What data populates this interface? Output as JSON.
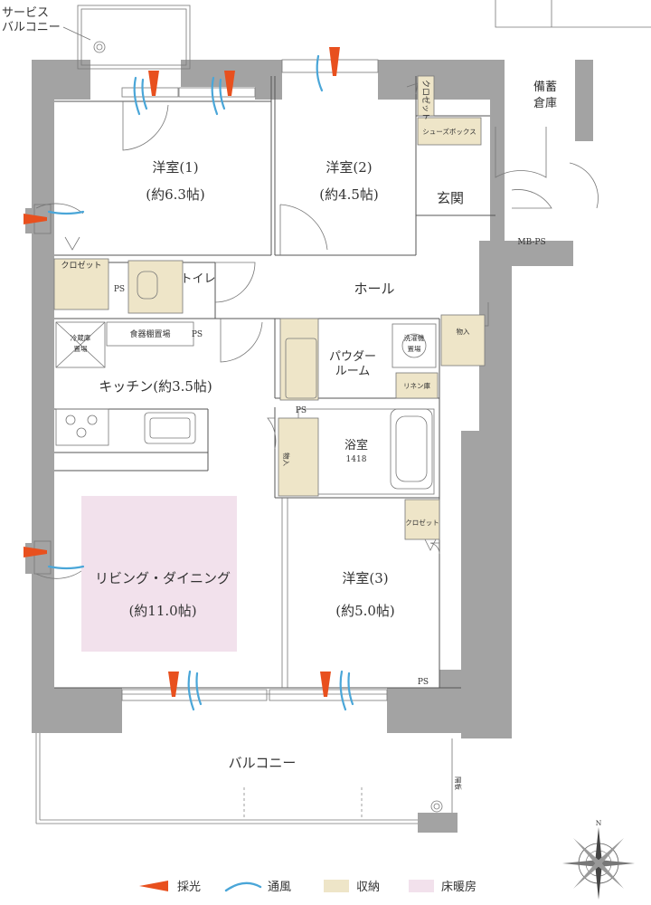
{
  "colors": {
    "wall": "#a3a3a3",
    "storage": "#eee5c8",
    "floor_heating": "#f2e1ec",
    "light_arrow": "#e8501e",
    "wind_arrow": "#4aa6d8"
  },
  "rooms": {
    "service_balcony_line1": "サービス",
    "service_balcony_line2": "バルコニー",
    "bedroom1_name": "洋室(1)",
    "bedroom1_size": "(約6.3帖)",
    "bedroom2_name": "洋室(2)",
    "bedroom2_size": "(約4.5帖)",
    "bedroom3_name": "洋室(3)",
    "bedroom3_size": "(約5.0帖)",
    "entrance": "玄関",
    "hall": "ホール",
    "toilet": "トイレ",
    "kitchen": "キッチン(約3.5帖)",
    "living": "リビング・ダイニング",
    "living_size": "(約11.0帖)",
    "powder_line1": "パウダー",
    "powder_line2": "ルーム",
    "bath": "浴室",
    "bath_size": "1418",
    "balcony": "バルコニー",
    "stock_line1": "備蓄",
    "stock_line2": "倉庫",
    "mbps": "MB-PS"
  },
  "storage_labels": {
    "closet_b1": "クロゼット",
    "closet_b2": "クロゼット",
    "closet_b3": "クロゼット",
    "shoes_box": "シューズボックス",
    "fridge_line1": "冷蔵庫",
    "fridge_line2": "置場",
    "dish_shelf": "食器棚置場",
    "washer_line1": "洗濯機",
    "washer_line2": "置場",
    "linen": "リネン庫",
    "storage_hall": "物入",
    "storage_bath": "物入",
    "partition": "隔板"
  },
  "ps_labels": [
    "PS",
    "PS",
    "PS",
    "PS"
  ],
  "compass": {
    "north": "N"
  },
  "legend": {
    "light": "採光",
    "wind": "通風",
    "storage": "収納",
    "floor_heating": "床暖房"
  }
}
